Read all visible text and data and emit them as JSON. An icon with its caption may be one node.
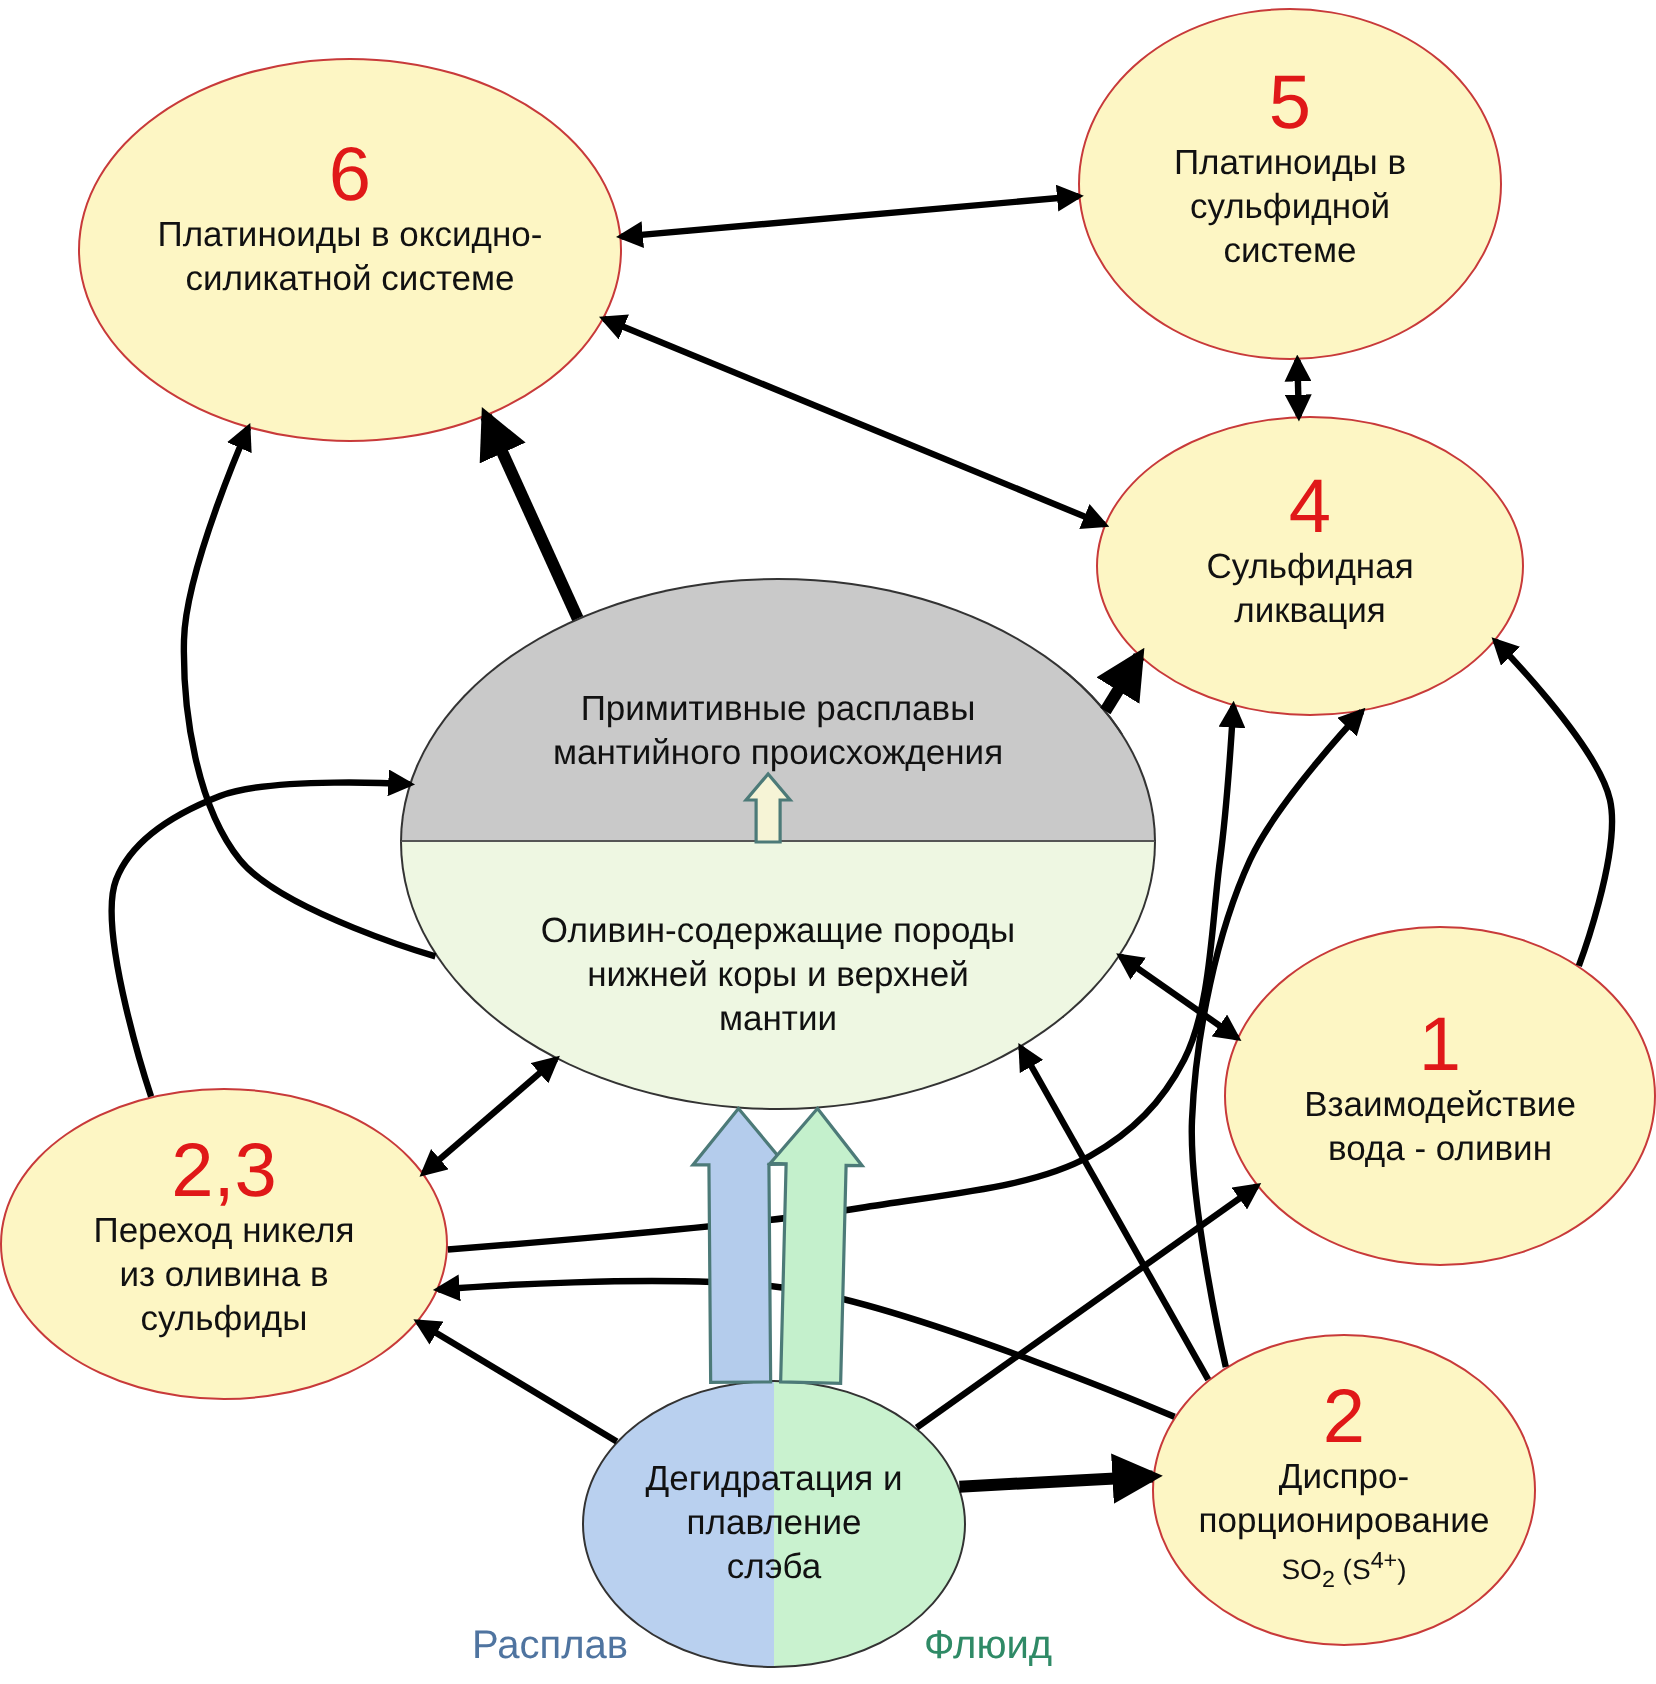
{
  "diagram": {
    "nodes": [
      {
        "text": [
          "6",
          "Платиноиды в оксидно-силикатной системе"
        ]
      },
      {
        "text": [
          "5",
          "Платиноиды в сульфидной системе"
        ]
      },
      {
        "text": [
          "4",
          "Сульфидная ликвация"
        ]
      },
      {
        "text": [
          "Примитивные расплавы мантийного происхождения"
        ]
      },
      {
        "text": [
          "Оливин-содержащие породы нижней коры и верхней мантии"
        ]
      },
      {
        "text": [
          "2,3",
          "Переход никеля из оливина в сульфиды"
        ]
      },
      {
        "text": [
          "1",
          "Взаимодействие вода - оливин"
        ]
      },
      {
        "text": [
          "2",
          "Диспро- порционирование",
          "SO$_{2}$ (S$^{4+}$)"
        ]
      },
      {
        "text": [
          "Дегидратация и плавление слэба"
        ]
      }
    ],
    "edges": [
      {
        "from": 0,
        "to": 1,
        "arrow": "both"
      },
      {
        "from": 0,
        "to": 2,
        "arrow": "both"
      },
      {
        "from": 1,
        "to": 2,
        "arrow": "both"
      },
      {
        "from": 3,
        "to": 0,
        "arrow": "to",
        "style": "thick"
      },
      {
        "from": 4,
        "to": 0,
        "arrow": "to"
      },
      {
        "from": 5,
        "to": 3,
        "arrow": "to"
      },
      {
        "from": 3,
        "to": 2,
        "arrow": "to",
        "style": "thick"
      },
      {
        "from": 5,
        "to": 2,
        "arrow": "to"
      },
      {
        "from": 7,
        "to": 2,
        "arrow": "to"
      },
      {
        "from": 6,
        "to": 2,
        "arrow": "to"
      },
      {
        "from": 4,
        "to": 6,
        "arrow": "both"
      },
      {
        "from": 5,
        "to": 4,
        "arrow": "both"
      },
      {
        "from": 7,
        "to": 4,
        "arrow": "to"
      },
      {
        "from": 7,
        "to": 5,
        "arrow": "to"
      },
      {
        "from": 8,
        "to": 5,
        "arrow": "to"
      },
      {
        "from": 8,
        "to": 6,
        "arrow": "to"
      },
      {
        "from": 8,
        "to": 7,
        "arrow": "to",
        "style": "thick"
      },
      {
        "from": 8,
        "to": 4,
        "arrow": "to",
        "style": "thick",
        "color": "#b4ccec"
      },
      {
        "from": 8,
        "to": 4,
        "arrow": "to",
        "style": "thick",
        "color": "#c4f0cc"
      },
      {
        "from": 4,
        "to": 3,
        "arrow": "to",
        "style": "thick",
        "color": "#f6f4d6"
      }
    ],
    "labels": [
      "Расплав",
      "Флюид"
    ]
  }
}
